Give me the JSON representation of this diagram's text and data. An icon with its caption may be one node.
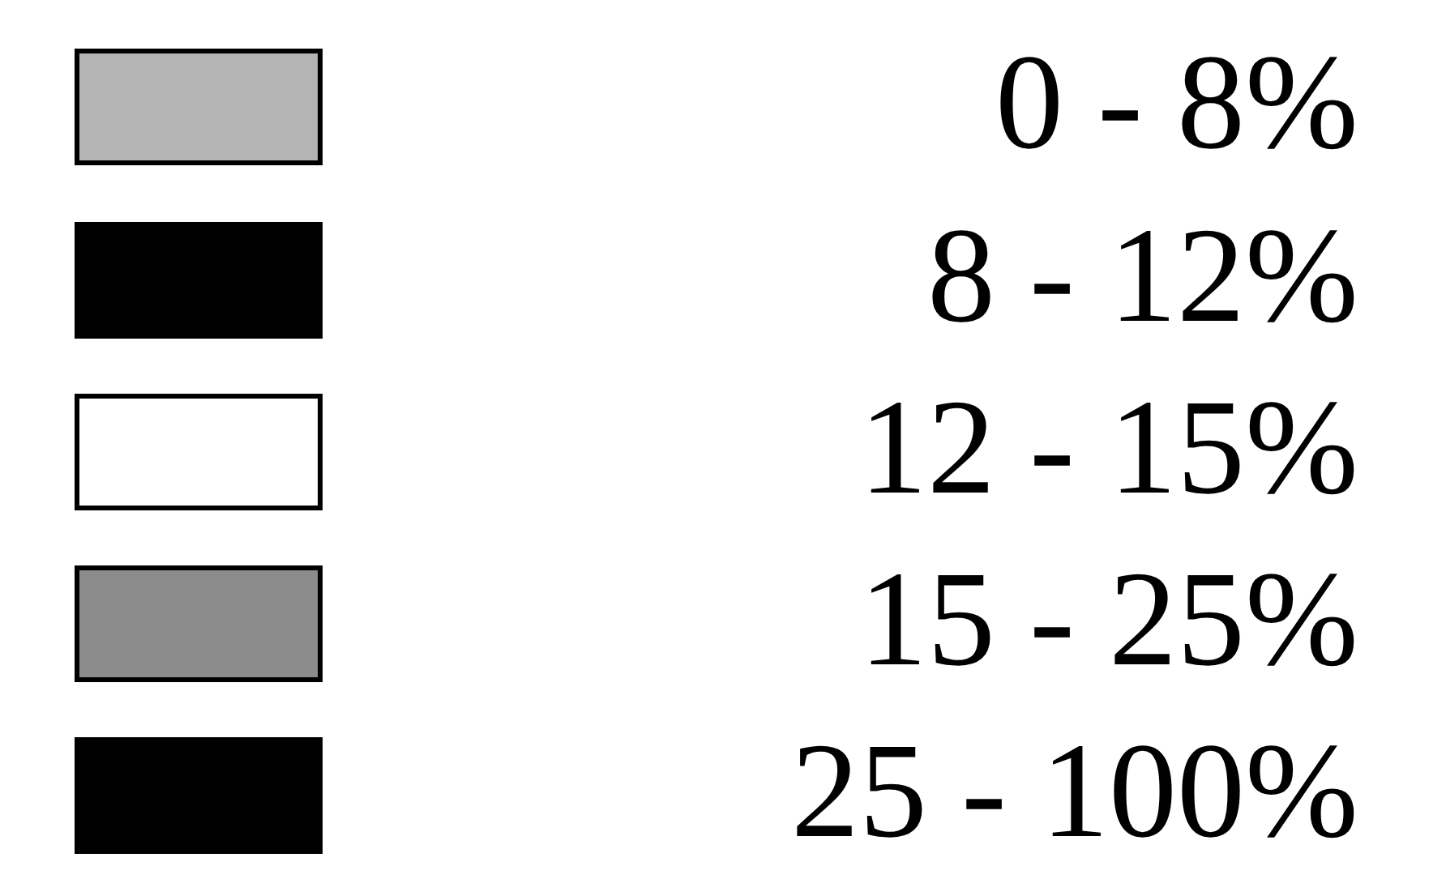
{
  "diagram": {
    "legend": [
      {
        "text": "0 - 8%",
        "color": "#b4b4b4"
      },
      {
        "text": "8 - 12%",
        "color": "#000000"
      },
      {
        "text": "12 - 15%",
        "color": "#ffffff"
      },
      {
        "text": "15 - 25%",
        "color": "#8c8c8c"
      },
      {
        "text": "25 - 100%",
        "color": "#000000"
      }
    ]
  }
}
